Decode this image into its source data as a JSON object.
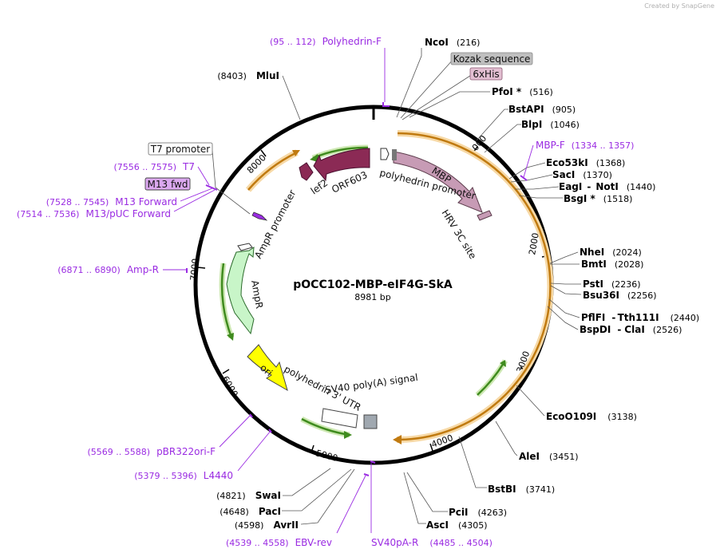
{
  "credit": "Created by SnapGene",
  "plasmid": {
    "name": "pOCC102-MBP-eIF4G-SkA",
    "length": "8981 bp"
  },
  "ticks": [
    "1000",
    "2000",
    "3000",
    "4000",
    "5000",
    "6000",
    "7000",
    "8000"
  ],
  "enzymes": [
    {
      "name": "NcoI",
      "pos": "(216)"
    },
    {
      "name": "PfoI *",
      "pos": "(516)"
    },
    {
      "name": "BstAPI",
      "pos": "(905)"
    },
    {
      "name": "BlpI",
      "pos": "(1046)"
    },
    {
      "name": "Eco53kI",
      "pos": "(1368)"
    },
    {
      "name": "SacI",
      "pos": "(1370)"
    },
    {
      "name": "EagI",
      "pos": ""
    },
    {
      "name": "NotI",
      "pos": "(1440)"
    },
    {
      "name": "BsgI *",
      "pos": "(1518)"
    },
    {
      "name": "NheI",
      "pos": "(2024)"
    },
    {
      "name": "BmtI",
      "pos": "(2028)"
    },
    {
      "name": "PstI",
      "pos": "(2236)"
    },
    {
      "name": "Bsu36I",
      "pos": "(2256)"
    },
    {
      "name": "PflFI",
      "pos": ""
    },
    {
      "name": "Tth111I",
      "pos": "(2440)"
    },
    {
      "name": "BspDI",
      "pos": ""
    },
    {
      "name": "ClaI",
      "pos": "(2526)"
    },
    {
      "name": "EcoO109I",
      "pos": "(3138)"
    },
    {
      "name": "AleI",
      "pos": "(3451)"
    },
    {
      "name": "BstBI",
      "pos": "(3741)"
    },
    {
      "name": "PciI",
      "pos": "(4263)"
    },
    {
      "name": "AscI",
      "pos": "(4305)"
    },
    {
      "name": "SwaI",
      "pos": "(4821)"
    },
    {
      "name": "PacI",
      "pos": "(4648)"
    },
    {
      "name": "AvrII",
      "pos": "(4598)"
    },
    {
      "name": "MluI",
      "pos": "(8403)"
    }
  ],
  "primers": [
    {
      "name": "Polyhedrin-F",
      "range": "(95 .. 112)"
    },
    {
      "name": "MBP-F",
      "range": "(1334 .. 1357)"
    },
    {
      "name": "T7",
      "range": "(7556 .. 7575)"
    },
    {
      "name": "M13 Forward",
      "range": "(7528 .. 7545)"
    },
    {
      "name": "M13/pUC Forward",
      "range": "(7514 .. 7536)"
    },
    {
      "name": "Amp-R",
      "range": "(6871 .. 6890)"
    },
    {
      "name": "pBR322ori-F",
      "range": "(5569 .. 5588)"
    },
    {
      "name": "L4440",
      "range": "(5379 .. 5396)"
    },
    {
      "name": "EBV-rev",
      "range": "(4539 .. 4558)"
    },
    {
      "name": "SV40pA-R",
      "range": "(4485 .. 4504)"
    }
  ],
  "boxed_labels": {
    "kozak": "Kozak sequence",
    "his": "6xHis",
    "t7_promoter": "T7 promoter",
    "m13_fwd": "M13 fwd"
  },
  "features": {
    "mbp": "MBP",
    "polyhedrin_promoter": "polyhedrin promoter",
    "hrv": "HRV 3C site",
    "orf603": "ORF603",
    "lef2": "lef2",
    "ampr_promoter": "AmpR promoter",
    "ampr": "AmpR",
    "ori": "ori",
    "polyhedrin_utr": "polyhedrin 3' UTR",
    "sv40": "SV40 poly(A) signal"
  },
  "colors": {
    "mbp": "#c79bb5",
    "orf603": "#8b2a55",
    "ampr": "#c8f5c8",
    "ori": "#ffff00",
    "orange_arc": "#f0a838",
    "green_arc": "#7ab840",
    "primer": "#9a2be2",
    "hrv": "#c79bb5",
    "terminator": "#a0a8b0"
  }
}
